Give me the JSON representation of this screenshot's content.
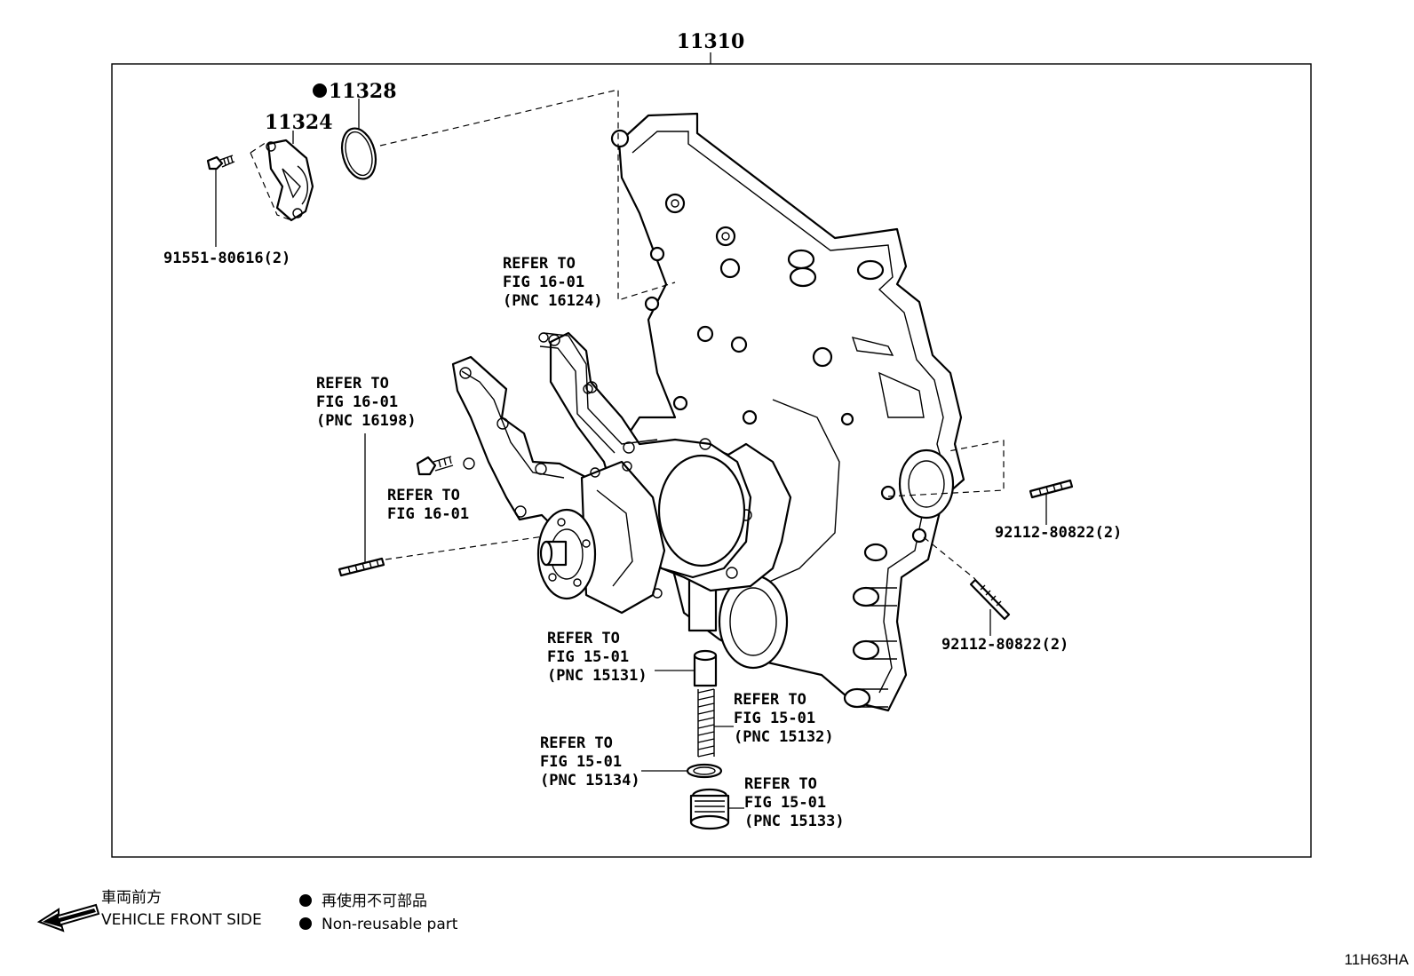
{
  "assembly": {
    "number": "11310"
  },
  "parts": {
    "p11328": "11328",
    "p11324": "11324",
    "bolt": "91551-80616(2)",
    "stud_right_upper": "92112-80822(2)",
    "stud_right_lower": "92112-80822(2)"
  },
  "refs": {
    "r16124": [
      "REFER TO",
      "FIG 16-01",
      "(PNC 16124)"
    ],
    "r16198": [
      "REFER TO",
      "FIG 16-01",
      "(PNC 16198)"
    ],
    "r1601": [
      "REFER TO",
      "FIG 16-01"
    ],
    "r15131": [
      "REFER TO",
      "FIG 15-01",
      "(PNC 15131)"
    ],
    "r15132": [
      "REFER TO",
      "FIG 15-01",
      "(PNC 15132)"
    ],
    "r15134": [
      "REFER TO",
      "FIG 15-01",
      "(PNC 15134)"
    ],
    "r15133": [
      "REFER TO",
      "FIG 15-01",
      "(PNC 15133)"
    ]
  },
  "legend": {
    "front_jp": "車両前方",
    "front_en": "VEHICLE FRONT SIDE",
    "nonreuse_jp": "再使用不可部品",
    "nonreuse_en": "Non-reusable part"
  },
  "figure_code": "11H63HA"
}
